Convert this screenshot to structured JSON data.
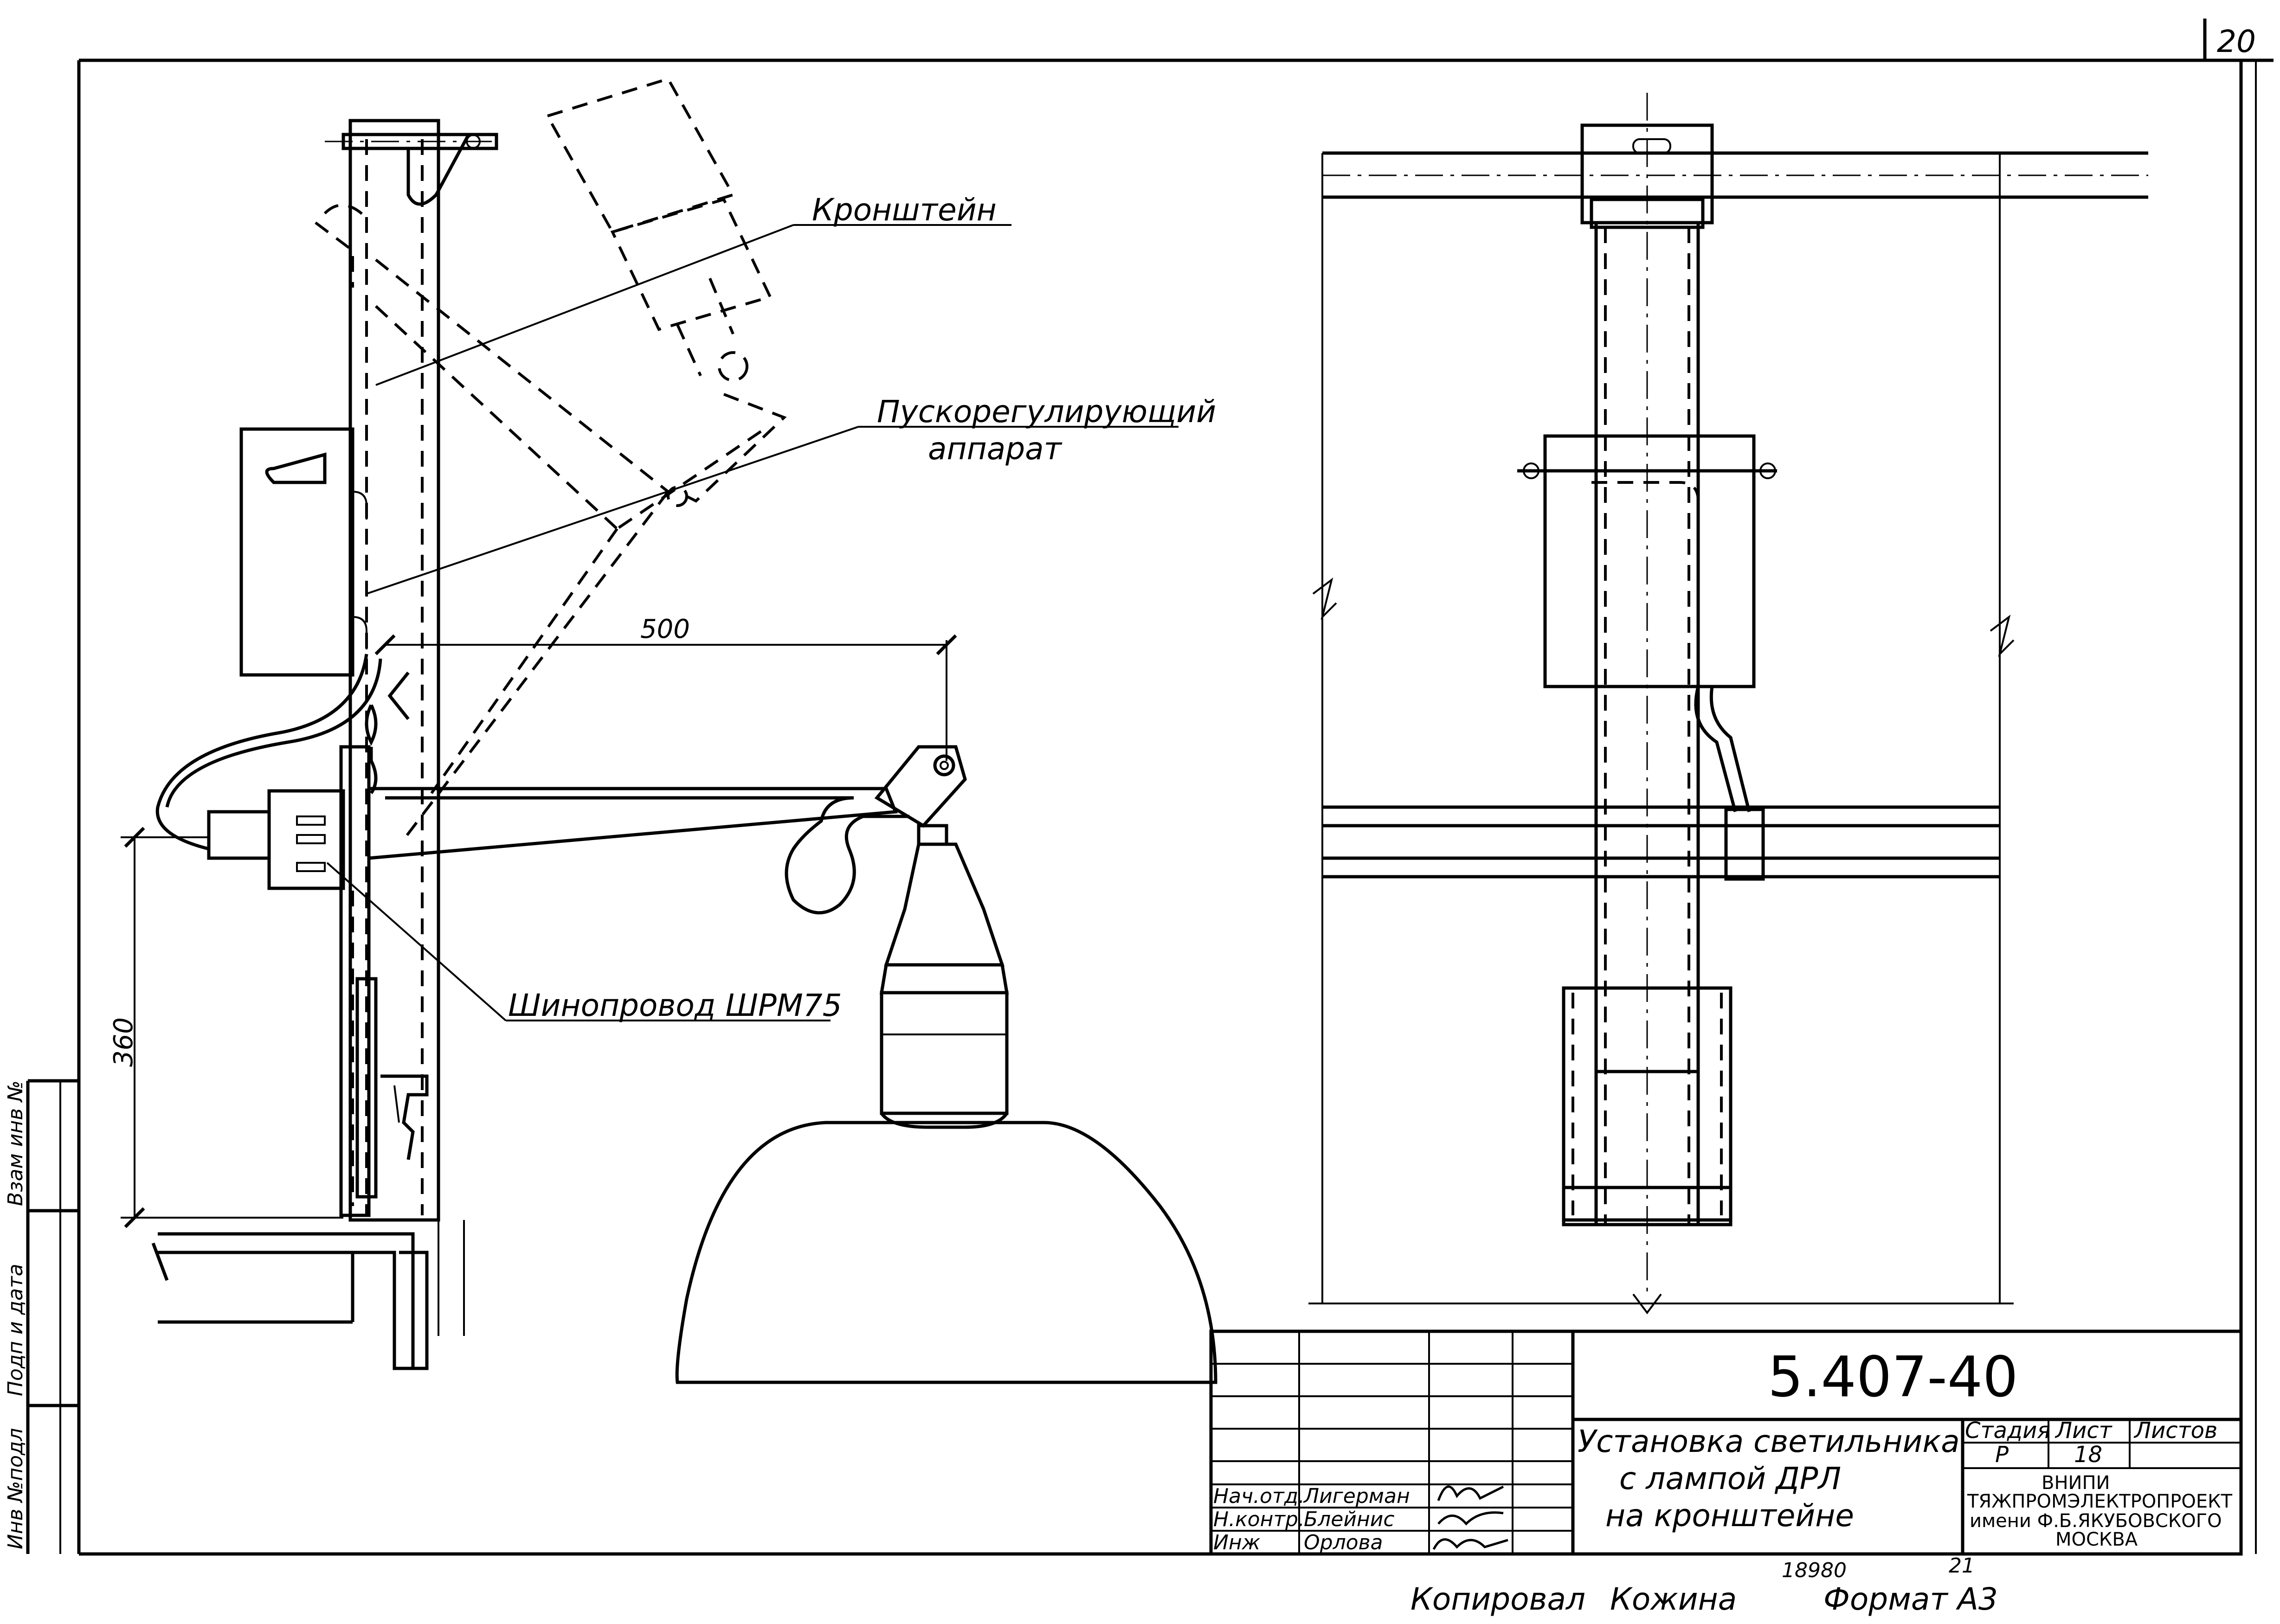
{
  "sheet": {
    "page_number": "20",
    "copied_by": "Копировал",
    "copier_signature": "Кожина",
    "format": "Формат А3",
    "archive_number": "18980",
    "archive_number_2": "21"
  },
  "drawing": {
    "labels": {
      "bracket": "Кронштейн",
      "ballast_line1": "Пускорегулирующий",
      "ballast_line2": "аппарат",
      "busbar": "Шинопровод ШРМ75"
    },
    "dimensions": {
      "arm_reach": "500",
      "height": "360"
    }
  },
  "left_margin": {
    "fields": [
      "Инв №подл",
      "Подп и дата",
      "Взам инв №"
    ]
  },
  "title_block": {
    "doc_number": "5.407-40",
    "title_line1": "Установка светильника",
    "title_line2": "с лампой ДРЛ",
    "title_line3": "на кронштейне",
    "stage_label": "Стадия",
    "sheet_label": "Лист",
    "sheets_label": "Листов",
    "stage_value": "Р",
    "sheet_value": "18",
    "sheets_value": "",
    "org_line1": "ВНИПИ",
    "org_line2": "ТЯЖПРОМЭЛЕКТРОПРОЕКТ",
    "org_line3": "имени Ф.Б.ЯКУБОВСКОГО",
    "org_line4": "МОСКВА",
    "roles": [
      {
        "role": "Нач.отд.",
        "name": "Лигерман"
      },
      {
        "role": "Н.контр.",
        "name": "Блейнис"
      },
      {
        "role": "Инж",
        "name": "Орлова"
      }
    ]
  }
}
